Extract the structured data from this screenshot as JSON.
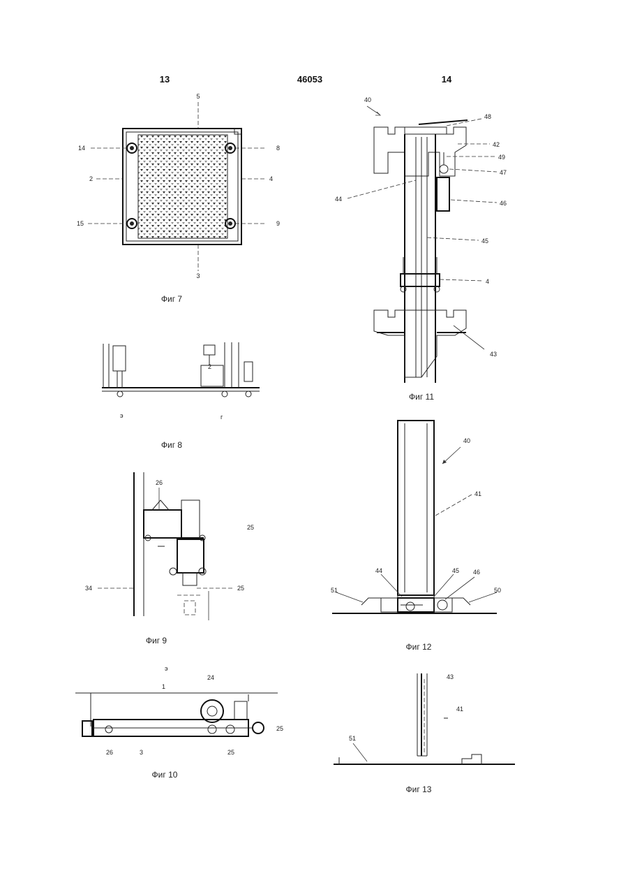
{
  "header": {
    "left_page": "13",
    "patent_number": "46053",
    "right_page": "14"
  },
  "fig7": {
    "caption": "Фиг 7",
    "labels": {
      "top": "5",
      "l14": "14",
      "r8": "8",
      "l2": "2",
      "r4": "4",
      "l15": "15",
      "r9": "9",
      "bottom": "3"
    }
  },
  "fig8": {
    "caption": "Фиг 8",
    "labels": {
      "a": "2",
      "b": "э",
      "c": "г"
    }
  },
  "fig9": {
    "caption": "Фиг 9",
    "labels": {
      "top": "26",
      "side": "25",
      "l34": "34",
      "r25": "25"
    }
  },
  "fig10": {
    "caption": "Фиг 10",
    "labels": {
      "top": "24",
      "t1": "1",
      "b26": "26",
      "b3": "3",
      "b25": "25",
      "r25": "25",
      "dot": "э"
    }
  },
  "fig11": {
    "caption": "Фиг 11",
    "labels": {
      "l40": "40",
      "l48": "48",
      "l42": "42",
      "l49": "49",
      "l47": "47",
      "l44": "44",
      "l46": "46",
      "l45": "45",
      "l4": "4",
      "l43": "43"
    }
  },
  "fig12": {
    "caption": "Фиг 12",
    "labels": {
      "l40": "40",
      "l41": "41",
      "l44": "44",
      "l45": "45",
      "l46": "46",
      "l51": "51",
      "l50": "50"
    }
  },
  "fig13": {
    "caption": "Фиг 13",
    "labels": {
      "l43": "43",
      "l41": "41",
      "l51": "51"
    }
  }
}
